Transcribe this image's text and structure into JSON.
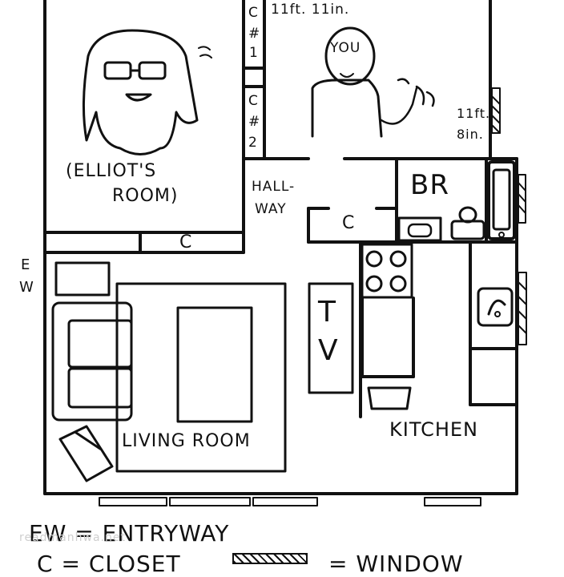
{
  "labels": {
    "dimension_top": "11ft. 11in.",
    "dimension_side_ft": "11ft.",
    "dimension_side_in": "8in.",
    "closet1_c": "C",
    "closet1_hash": "#",
    "closet1_num": "1",
    "closet2_c": "C",
    "closet2_hash": "#",
    "closet2_num": "2",
    "you": "YOU",
    "elliots_room_line1": "(ELLIOT'S",
    "elliots_room_line2": "ROOM)",
    "hallway_line1": "HALL-",
    "hallway_line2": "WAY",
    "bathroom": "BR",
    "closet_hall": "C",
    "closet_elliot": "C",
    "entryway_e": "E",
    "entryway_w": "W",
    "tv_t": "T",
    "tv_v": "V",
    "living_room": "LIVING ROOM",
    "kitchen": "KITCHEN"
  },
  "legend": {
    "entryway": "EW = ENTRYWAY",
    "closet": "C = CLOSET",
    "window": "= WINDOW"
  },
  "watermark": "readmanhwa.net",
  "colors": {
    "ink": "#111111",
    "paper": "#ffffff",
    "watermark": "#cfcfcf"
  }
}
